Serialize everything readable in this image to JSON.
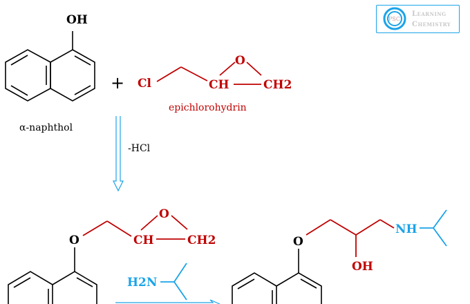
{
  "logo": {
    "badge": "PSC",
    "line1": "Learning",
    "line2": "Chemistry"
  },
  "reactant1": {
    "group": "OH",
    "name": "α-naphthol"
  },
  "plus": "+",
  "reactant2": {
    "cl": "Cl",
    "ch": "CH",
    "o": "O",
    "ch2": "CH2",
    "name": "epichlorohydrin"
  },
  "step1": {
    "condition": "-HCl"
  },
  "intermediate": {
    "o_ether": "O",
    "ch": "CH",
    "o": "O",
    "ch2": "CH2"
  },
  "reagent": {
    "amine": "H2N"
  },
  "product": {
    "o_ether": "O",
    "oh": "OH",
    "nh": "NH"
  },
  "colors": {
    "accent": "#1aa3e8",
    "red": "#c00000"
  }
}
